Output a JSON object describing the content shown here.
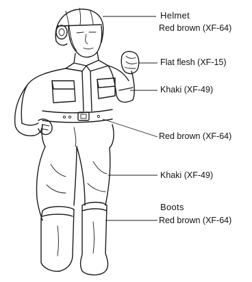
{
  "callouts": {
    "helmet": {
      "heading": "Helmet",
      "color": "Red brown (XF-64)"
    },
    "hand": {
      "color": "Flat flesh (XF-15)"
    },
    "tunic": {
      "color": "Khaki (XF-49)"
    },
    "belt": {
      "color": "Red brown (XF-64)"
    },
    "trousers": {
      "color": "Khaki (XF-49)"
    },
    "boots": {
      "heading": "Boots",
      "color": "Red brown (XF-64)"
    }
  }
}
